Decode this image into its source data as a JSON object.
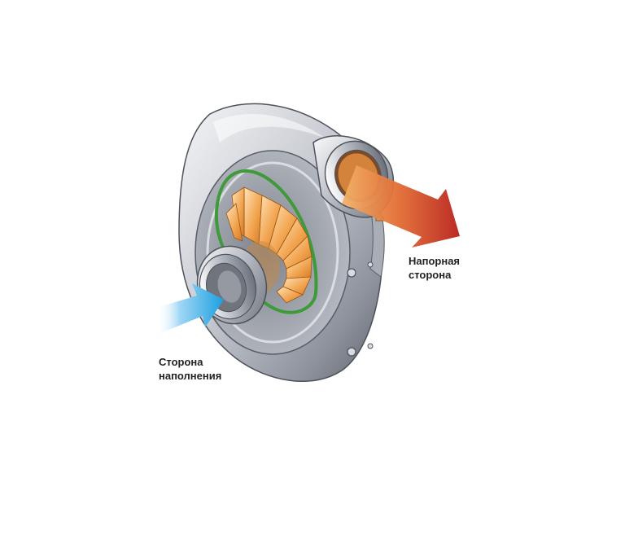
{
  "labels": {
    "pressure_side": [
      "Напорная",
      "сторона"
    ],
    "suction_side": [
      "Сторона",
      "наполнения"
    ]
  },
  "colors": {
    "inflow_arrow": "#1aa0e0",
    "outflow_arrow": "#c8281e",
    "impeller": "#f0a24a",
    "seal_ring": "#3f9a3a",
    "housing": "#c9ccd3",
    "background": "#ffffff"
  },
  "icons": {
    "inflow": "arrow-right-icon",
    "outflow": "arrow-right-icon"
  }
}
